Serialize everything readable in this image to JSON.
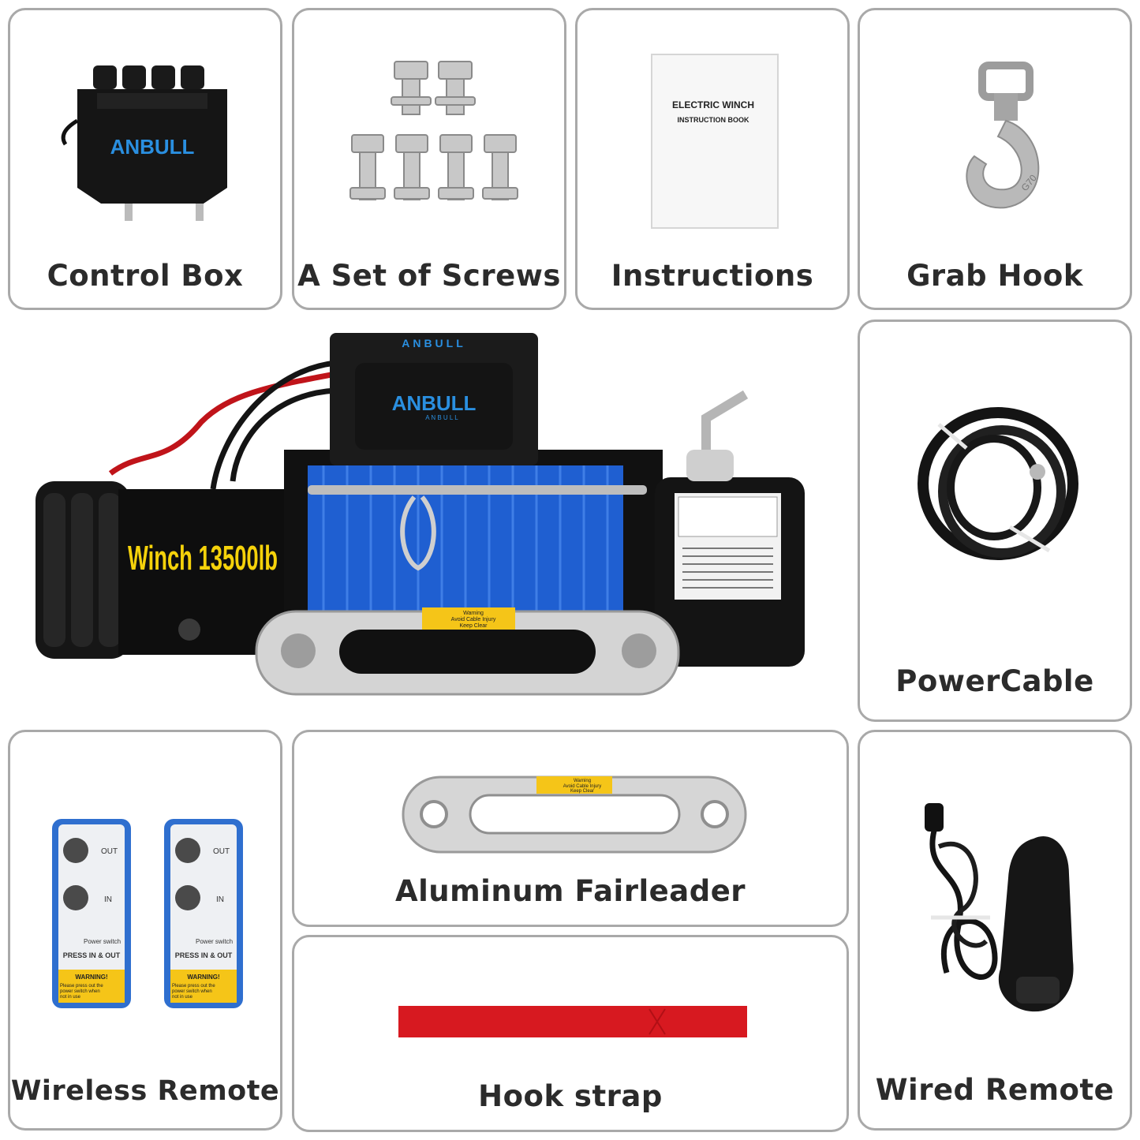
{
  "items": {
    "control_box": {
      "label": "Control Box",
      "brand": "ANBULL"
    },
    "screws": {
      "label": "A Set of Screws"
    },
    "instructions": {
      "label": "Instructions",
      "title": "ELECTRIC WINCH",
      "subtitle": "INSTRUCTION BOOK"
    },
    "grab_hook": {
      "label": "Grab Hook",
      "rating": "G70"
    },
    "power_cable": {
      "label": "PowerCable"
    },
    "wireless_remote": {
      "label": "Wireless Remote",
      "out_label": "OUT",
      "in_label": "IN",
      "power_switch": "Power switch",
      "press_text": "PRESS IN & OUT",
      "warning_title": "WARNING!",
      "warning_text_1": "Please press out the",
      "warning_text_2": "power switch when",
      "warning_text_3": "not in use"
    },
    "fairleader": {
      "label": "Aluminum Fairleader",
      "warn_1": "Warning",
      "warn_2": "Avoid Cable Injury",
      "warn_3": "Keep Clear"
    },
    "hook_strap": {
      "label": "Hook strap"
    },
    "wired_remote": {
      "label": "Wired Remote"
    }
  },
  "winch": {
    "model_text": "Winch 13500lb",
    "brand": "ANBULL",
    "brand_small": "A N B U L L",
    "warn_1": "Warning",
    "warn_2": "Avoid Cable Injury",
    "warn_3": "Keep Clear"
  },
  "colors": {
    "border": "#a9a9a9",
    "rope_blue": "#1f5fd1",
    "strap_red": "#d71920",
    "remote_blue": "#2f6fcf",
    "warning_yellow": "#f5c518"
  }
}
